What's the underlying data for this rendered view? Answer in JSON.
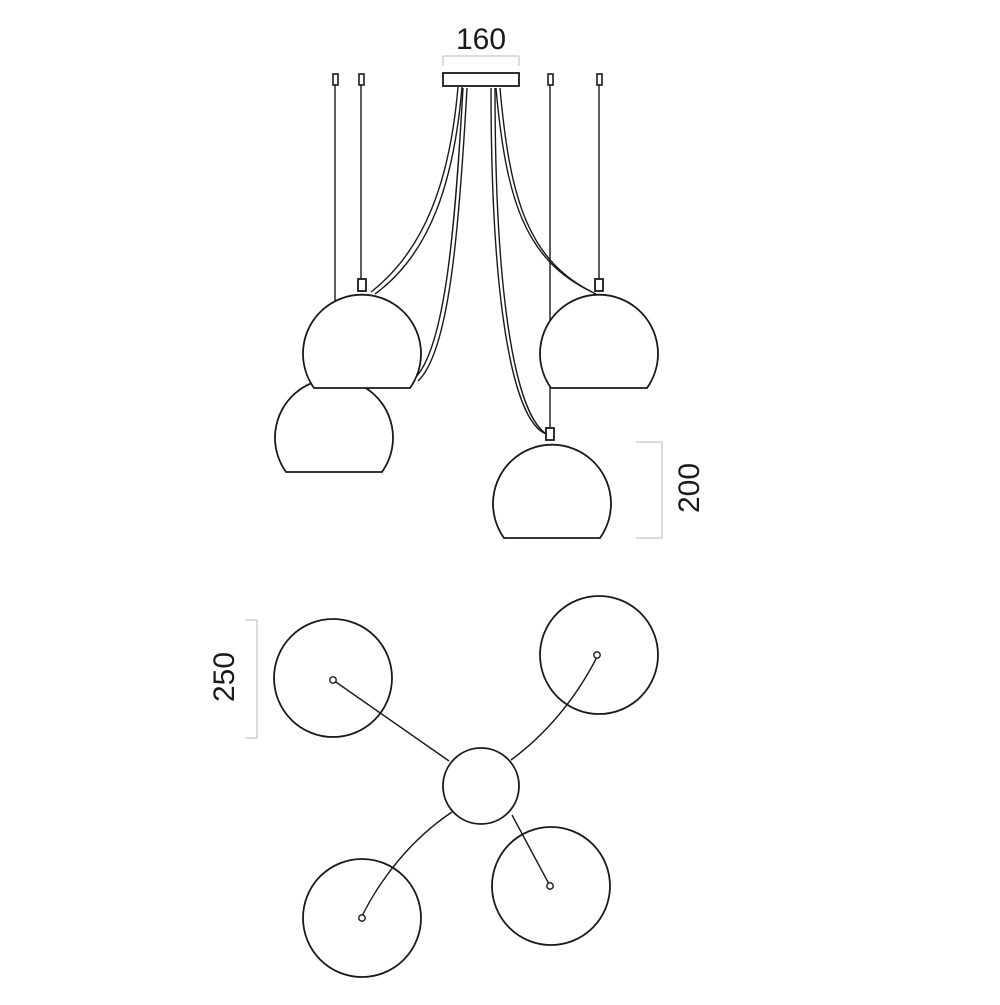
{
  "dimensions": {
    "canopy_width": "160",
    "shade_height": "200",
    "shade_diameter": "250"
  },
  "colors": {
    "line": "#1a1a1a",
    "dimension_guide": "#b8b8b8",
    "background": "#ffffff"
  }
}
